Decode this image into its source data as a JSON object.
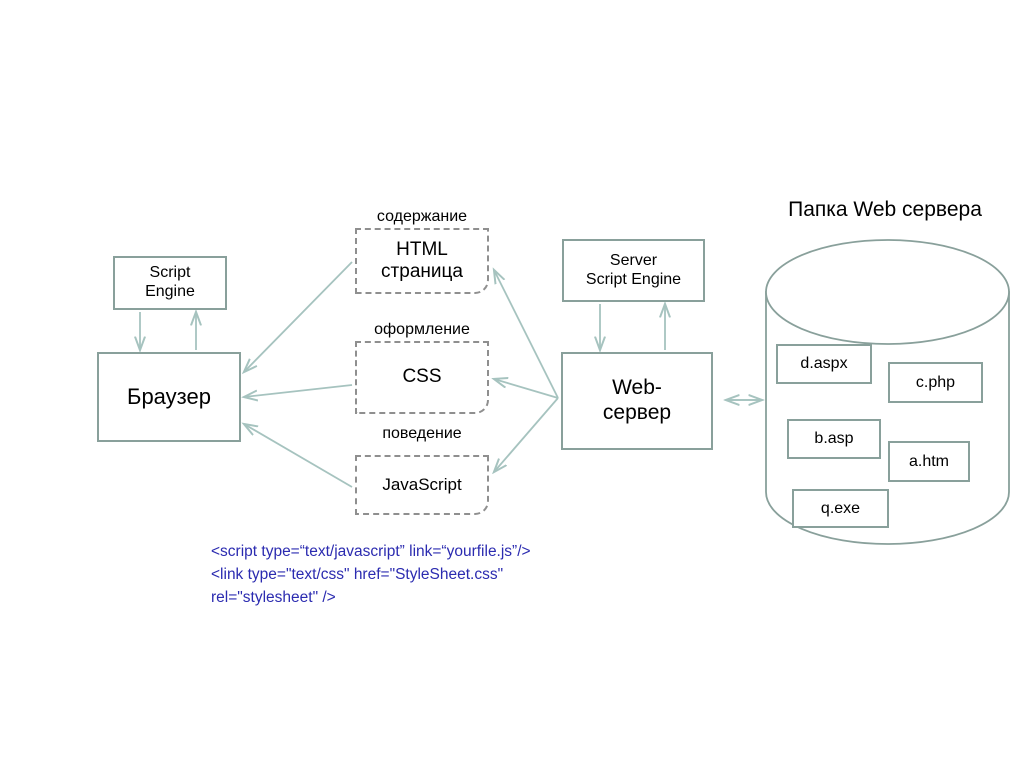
{
  "diagram": {
    "title": "Папка Web сервера",
    "client": {
      "script_engine": "Script\nEngine",
      "browser": "Браузер"
    },
    "resources": [
      {
        "caption": "содержание",
        "label": "HTML\nстраница"
      },
      {
        "caption": "оформление",
        "label": "CSS"
      },
      {
        "caption": "поведение",
        "label": "JavaScript"
      }
    ],
    "server": {
      "script_engine": "Server\nScript Engine",
      "web_server": "Web-\nсервер"
    },
    "files": [
      "d.aspx",
      "c.php",
      "b.asp",
      "a.htm",
      "q.exe"
    ],
    "code": "<script type=“text/javascript” link=“yourfile.js”/>\n<link type=\"text/css\" href=\"StyleSheet.css\"\nrel=\"stylesheet\" />"
  },
  "colors": {
    "box_border": "#89a09b",
    "dashed_border": "#8f8f8f",
    "arrow": "#a6c3bf",
    "code_text": "#2b2bb0",
    "background": "#ffffff"
  }
}
